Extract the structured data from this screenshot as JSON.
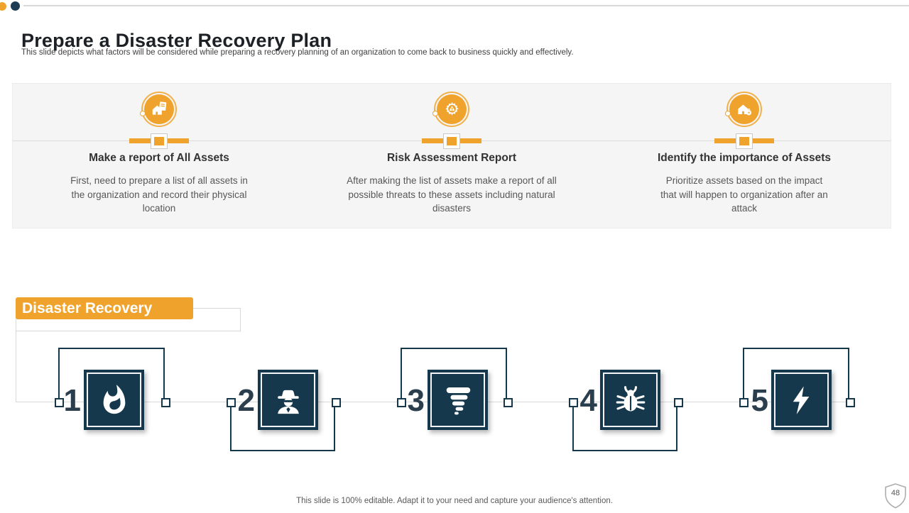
{
  "slide": {
    "title": "Prepare a Disaster Recovery Plan",
    "subtitle": "This slide depicts what factors will be considered while preparing a recovery planning of an organization to come back to business quickly and effectively.",
    "footer_note": "This slide is 100% editable. Adapt it to your need and capture your audience's attention.",
    "page_number": "48"
  },
  "colors": {
    "accent_orange": "#F0A32C",
    "navy": "#16384C",
    "band_background": "#f5f5f6",
    "connector_gray": "#d9d9d9"
  },
  "factors": [
    {
      "icon": "assets-report-icon",
      "title": "Make a report of All Assets",
      "description": "First, need to prepare a list of all assets in the organization and record their physical location"
    },
    {
      "icon": "risk-gear-warning-icon",
      "title": "Risk Assessment Report",
      "description": "After making the list of assets make a report of all possible threats to these assets including natural disasters"
    },
    {
      "icon": "asset-importance-icon",
      "title": "Identify the importance of Assets",
      "description": "Prioritize  assets based on the impact that  will happen to organization after an attack"
    }
  ],
  "recovery": {
    "label": "Disaster Recovery",
    "items": [
      {
        "number": "1",
        "icon": "fire-icon"
      },
      {
        "number": "2",
        "icon": "spy-icon"
      },
      {
        "number": "3",
        "icon": "tornado-icon"
      },
      {
        "number": "4",
        "icon": "bug-icon"
      },
      {
        "number": "5",
        "icon": "lightning-icon"
      }
    ]
  }
}
